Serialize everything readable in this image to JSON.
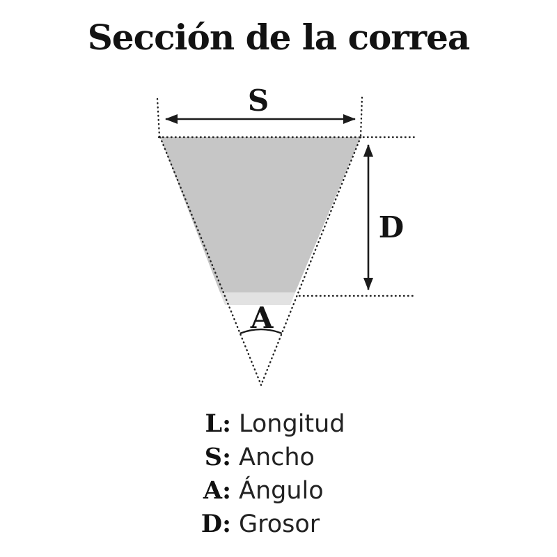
{
  "title": "Sección de la correa",
  "diagram": {
    "width_label": "S",
    "depth_label": "D",
    "angle_label": "A"
  },
  "legend": {
    "items": [
      {
        "key": "L:",
        "value": "Longitud"
      },
      {
        "key": "S:",
        "value": "Ancho"
      },
      {
        "key": "A:",
        "value": "Ángulo"
      },
      {
        "key": "D:",
        "value": "Grosor"
      }
    ]
  },
  "colors": {
    "background": "#ffffff",
    "text": "#121212",
    "line": "#1b1b1b",
    "belt_fill": "#c6c6c6",
    "belt_base_fill": "#e2e2e2"
  }
}
